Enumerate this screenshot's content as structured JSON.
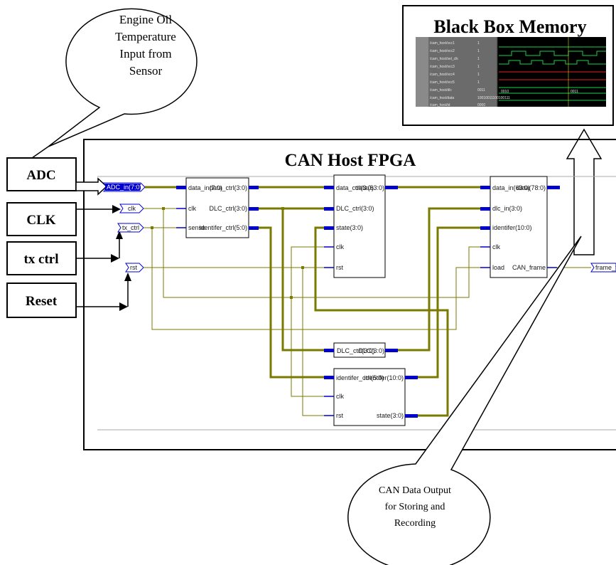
{
  "callouts": {
    "top": [
      "Engine Oil",
      "Temperature",
      "Input from",
      "Sensor"
    ],
    "bottom": [
      "CAN Data Output",
      "for Storing and",
      "Recording"
    ]
  },
  "memory": {
    "title": "Black Box Memory",
    "signals": [
      "/cam_host/vcc1",
      "/cam_host/vcc2",
      "/cam_host/sel_clk",
      "/cam_host/vcc3",
      "/cam_host/vcc4",
      "/cam_host/vcc5",
      "/cam_host/dlc",
      "/cam_host/data",
      "/cam_host/id"
    ],
    "values": [
      "1",
      "1",
      "1",
      "1",
      "1",
      "1",
      "0011",
      "10010011100100111",
      "0000"
    ],
    "wave_dlc": [
      "0010",
      "0011"
    ]
  },
  "inputs": {
    "adc": "ADC",
    "clk": "CLK",
    "tx_ctrl": "tx ctrl",
    "reset": "Reset"
  },
  "fpga": {
    "title": "CAN Host FPGA",
    "ports": {
      "adc_in": "ADC_in(7:0)",
      "clk": "clk",
      "tx_ctrl": "tx_ctrl",
      "rst": "rst",
      "frame_out": "frame_t"
    },
    "block_sense": {
      "inputs": [
        "data_in(7:0)",
        "clk",
        "sense"
      ],
      "outputs": [
        "data_ctrl(3:0)",
        "DLC_ctrl(3:0)",
        "identifer_ctrl(5:0)"
      ]
    },
    "block_data": {
      "inputs": [
        "data_ctrl(3:0)",
        "DLC_ctrl(3:0)",
        "state(3:0)",
        "clk",
        "rst"
      ],
      "outputs": [
        "data(63:0)"
      ]
    },
    "block_frame": {
      "inputs": [
        "data_in(63:0)",
        "dlc_in(3:0)",
        "identifer(10:0)",
        "clk",
        "load"
      ],
      "outputs": [
        "data(78:0)",
        "CAN_frame"
      ]
    },
    "block_dlc": {
      "inputs": [
        "DLC_ctrl(3:0)"
      ],
      "outputs": [
        "DLC(3:0)"
      ]
    },
    "block_id": {
      "inputs": [
        "identifer_ctrl(5:0)",
        "clk",
        "rst"
      ],
      "outputs": [
        "identifer(10:0)",
        "state(3:0)"
      ]
    }
  }
}
